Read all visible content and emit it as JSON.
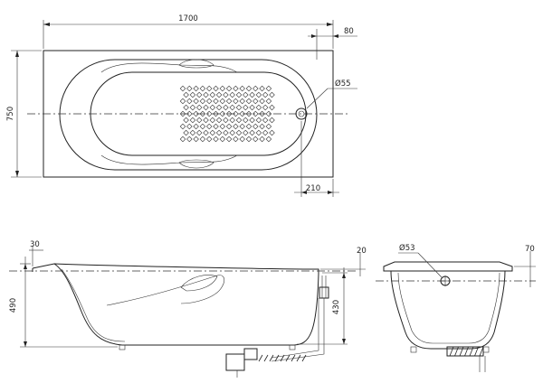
{
  "top_view": {
    "length": "1700",
    "rim_offset": "80",
    "width": "750",
    "drain_diameter": "Ø55",
    "drain_offset": "210"
  },
  "side_view": {
    "rim_thickness": "30",
    "height": "490",
    "rim_step": "20",
    "drain_height": "430"
  },
  "end_view": {
    "overflow_diameter": "Ø53",
    "overflow_offset": "70"
  }
}
